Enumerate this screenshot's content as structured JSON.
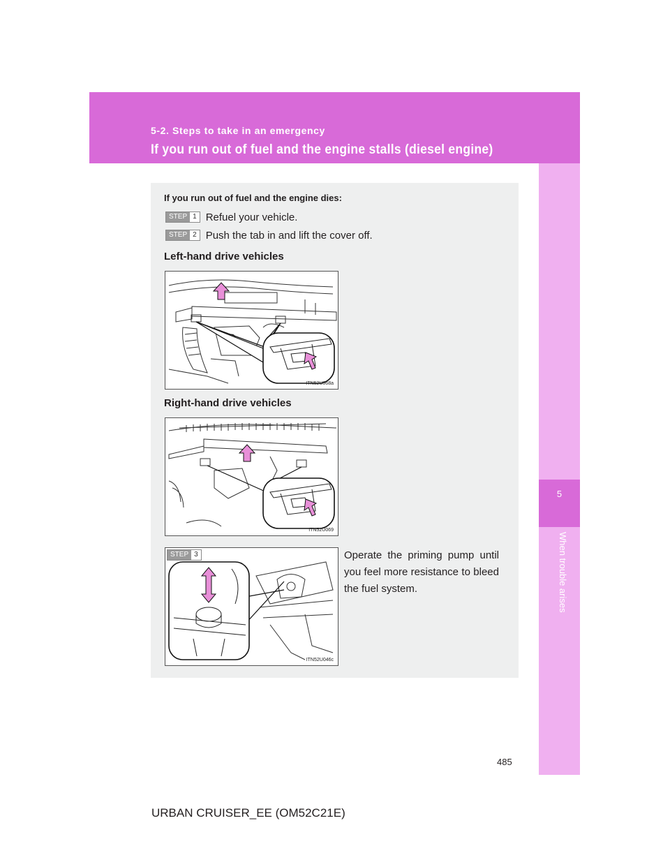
{
  "header": {
    "section": "5-2. Steps to take in an emergency",
    "title": "If you run out of fuel and the engine stalls (diesel engine)"
  },
  "side_tab": {
    "chapter_number": "5",
    "chapter_title": "When trouble arises"
  },
  "content": {
    "intro": "If you run out of fuel and the engine dies:",
    "steps": [
      {
        "badge": "STEP",
        "number": "1",
        "text": "Refuel your vehicle."
      },
      {
        "badge": "STEP",
        "number": "2",
        "text": "Push the tab in and lift the cover off."
      },
      {
        "badge": "STEP",
        "number": "3",
        "text": "Operate the priming pump until you feel more resistance to bleed the fuel system."
      }
    ],
    "figures": [
      {
        "heading": "Left-hand drive vehicles",
        "code": "ITN52U068a"
      },
      {
        "heading": "Right-hand drive vehicles",
        "code": "ITN52U069"
      },
      {
        "heading": "",
        "code": "ITN52U046c"
      }
    ]
  },
  "colors": {
    "header_bg": "#d86ad8",
    "side_tab_bg": "#f0b0f0",
    "content_bg": "#eeefef",
    "arrow": "#e88fd8"
  },
  "page_number": "485",
  "footer": "URBAN CRUISER_EE (OM52C21E)"
}
